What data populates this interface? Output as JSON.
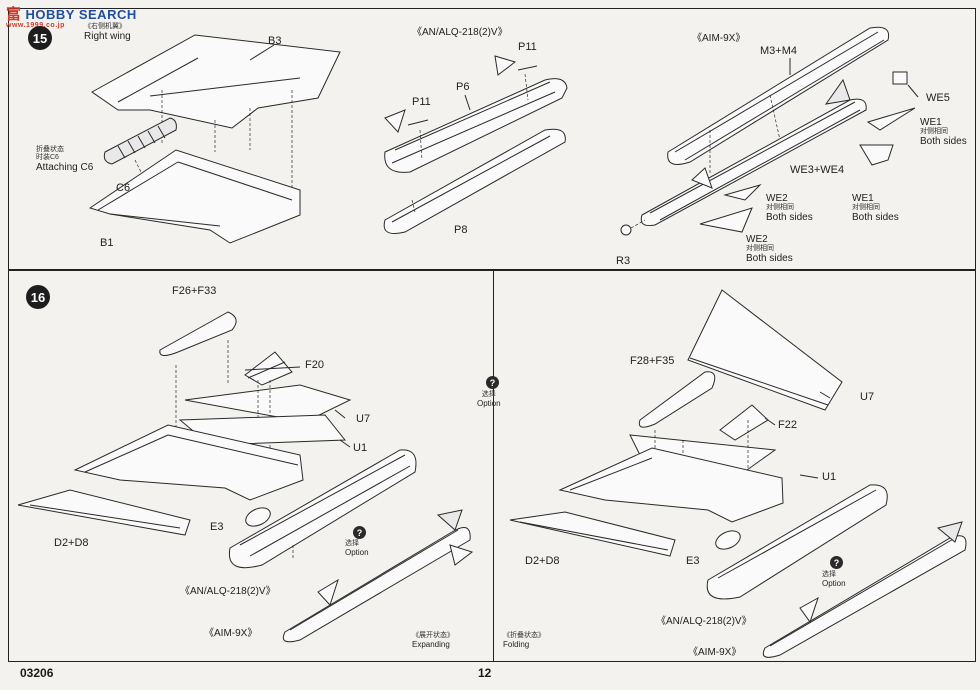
{
  "watermark": {
    "cn": "富",
    "text": "HOBBY SEARCH",
    "url": "www.1999.co.jp"
  },
  "footer": {
    "code": "03206",
    "page_number": "12"
  },
  "step15": {
    "number": "15",
    "right_wing": {
      "cn": "《右侧机翼》",
      "en": "Right wing"
    },
    "folding_state": {
      "cn1": "折叠状态",
      "cn2": "时装C6",
      "en": "Attaching C6"
    },
    "parts": {
      "b3": "B3",
      "c6": "C6",
      "b1": "B1",
      "p11a": "P11",
      "p11b": "P11",
      "p6": "P6",
      "p8": "P8",
      "m3m4": "M3+M4",
      "we5": "WE5",
      "we3we4": "WE3+WE4",
      "r3": "R3"
    },
    "pod_title": "《AN/ALQ-218(2)V》",
    "missile_title": "《AIM-9X》",
    "both_sides": [
      {
        "part": "WE1",
        "cn": "对侧相同",
        "en": "Both sides"
      },
      {
        "part": "WE1",
        "cn": "对侧相同",
        "en": "Both sides"
      },
      {
        "part": "WE2",
        "cn": "对侧相同",
        "en": "Both sides"
      },
      {
        "part": "WE2",
        "cn": "对侧相同",
        "en": "Both sides"
      }
    ]
  },
  "step16": {
    "number": "16",
    "option_center": {
      "cn": "选择",
      "en": "Option"
    },
    "left": {
      "parts": {
        "f26f33": "F26+F33",
        "f20": "F20",
        "u7": "U7",
        "u1": "U1",
        "e3": "E3",
        "d2d8": "D2+D8"
      },
      "option": {
        "cn": "选择",
        "en": "Option"
      },
      "pod_label": "《AN/ALQ-218(2)V》",
      "missile_label": "《AIM-9X》",
      "state": {
        "cn": "《展开状态》",
        "en": "Expanding"
      }
    },
    "right": {
      "parts": {
        "f28f35": "F28+F35",
        "u7": "U7",
        "f22": "F22",
        "u1": "U1",
        "e3": "E3",
        "d2d8": "D2+D8"
      },
      "option": {
        "cn": "选择",
        "en": "Option"
      },
      "pod_label": "《AN/ALQ-218(2)V》",
      "missile_label": "《AIM-9X》",
      "state": {
        "cn": "《折叠状态》",
        "en": "Folding"
      }
    }
  }
}
